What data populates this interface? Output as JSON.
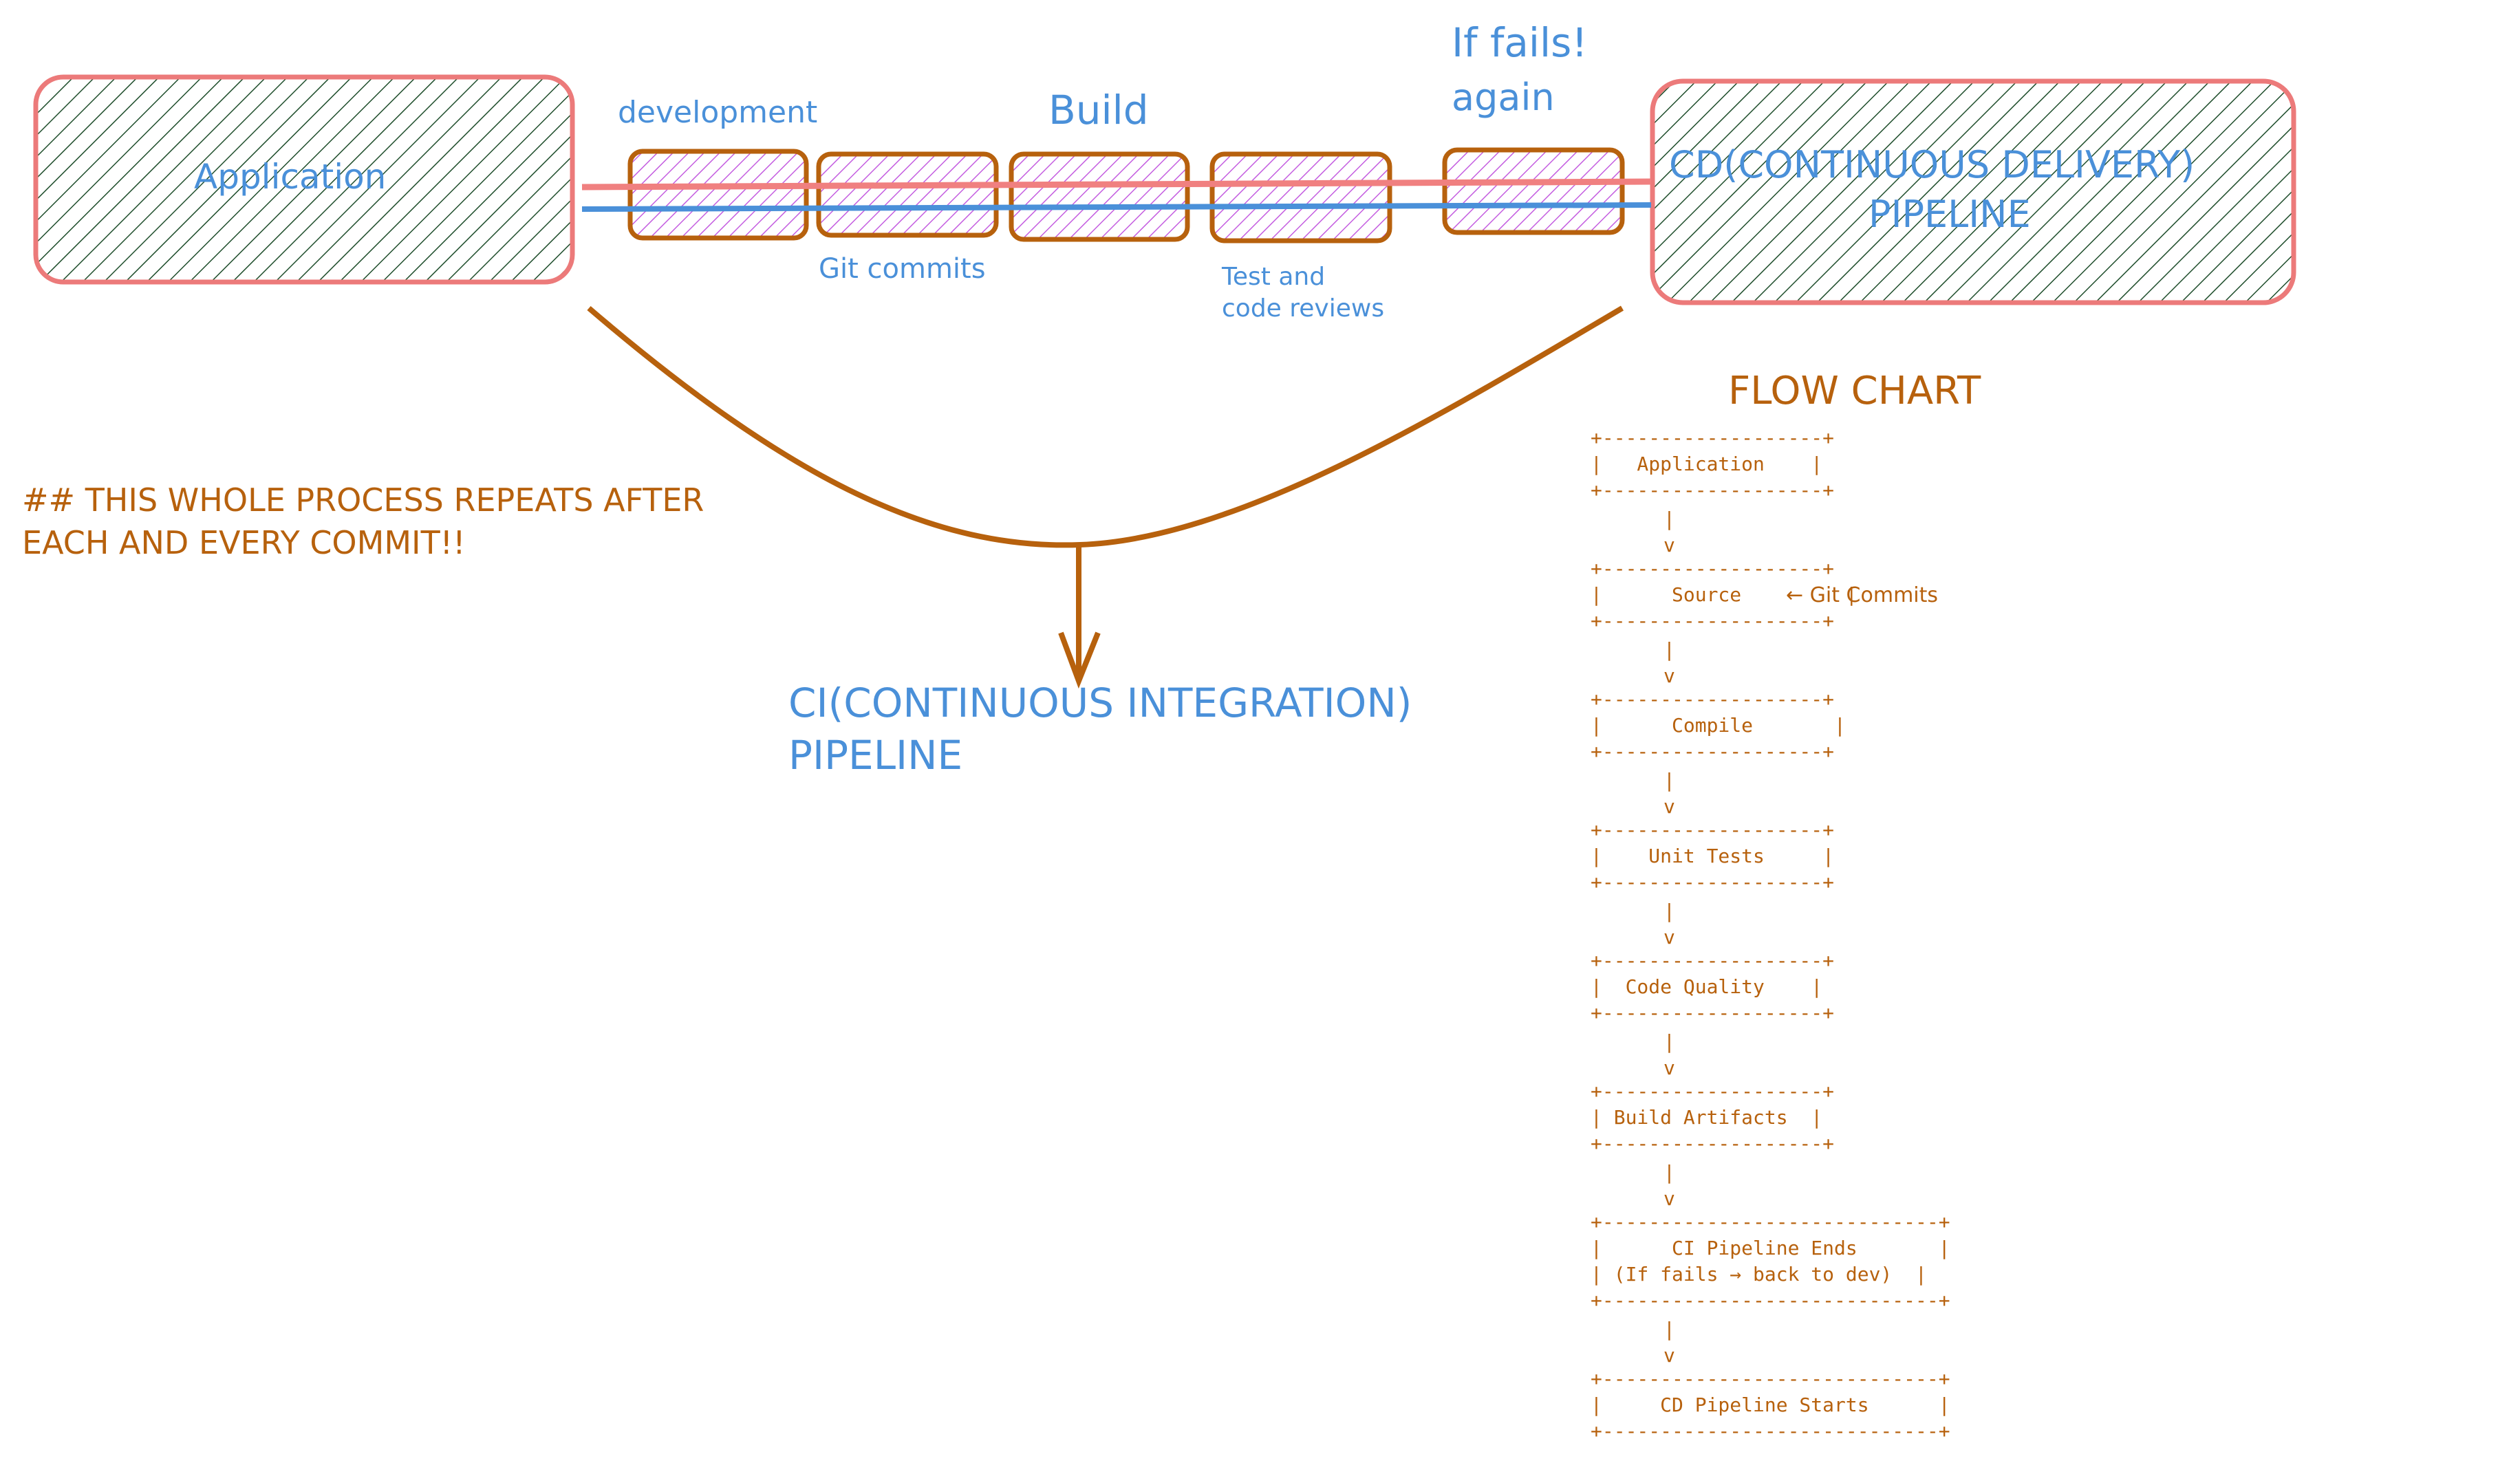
{
  "colors": {
    "box_border": "#ec7a7a",
    "hatch_dark": "#1e4d2b",
    "hatch_purple": "#c45de0",
    "line_red": "#f08080",
    "line_blue": "#4a90d9",
    "orange": "#b7610d",
    "blue_text": "#4a90d9"
  },
  "top": {
    "application_label": "Application",
    "cd_label_line1": "CD(CONTINUOUS DELIVERY)",
    "cd_label_line2": "PIPELINE",
    "development_label": "development",
    "build_label": "Build",
    "if_fails_line1": "If fails!",
    "if_fails_line2": "again",
    "git_commits_label": "Git commits",
    "test_line1": "Test and",
    "test_line2": "code reviews"
  },
  "ci": {
    "note_line1": "## THIS WHOLE PROCESS REPEATS AFTER",
    "note_line2": "EACH AND EVERY COMMIT!!",
    "title_line1": "CI(CONTINUOUS INTEGRATION)",
    "title_line2": "PIPELINE"
  },
  "flowchart": {
    "title": "FLOW CHART",
    "block_1": "+-------------------+\n|   Application    |\n+-------------------+",
    "arrow": "|\nv",
    "block_2": "+-------------------+\n|      Source         |",
    "block_2b": "+-------------------+",
    "side_note": "← Git Commits",
    "block_3": "+-------------------+\n|      Compile       |\n+-------------------+",
    "block_4": "+-------------------+\n|    Unit Tests     |\n+-------------------+",
    "block_5": "+-------------------+\n|  Code Quality    |\n+-------------------+",
    "block_6": "+-------------------+\n| Build Artifacts  |\n+-------------------+",
    "block_7": "+-----------------------------+\n|      CI Pipeline Ends       |\n| (If fails → back to dev)  |\n+-----------------------------+",
    "block_8": "+-----------------------------+\n|     CD Pipeline Starts      |\n+-----------------------------+"
  }
}
